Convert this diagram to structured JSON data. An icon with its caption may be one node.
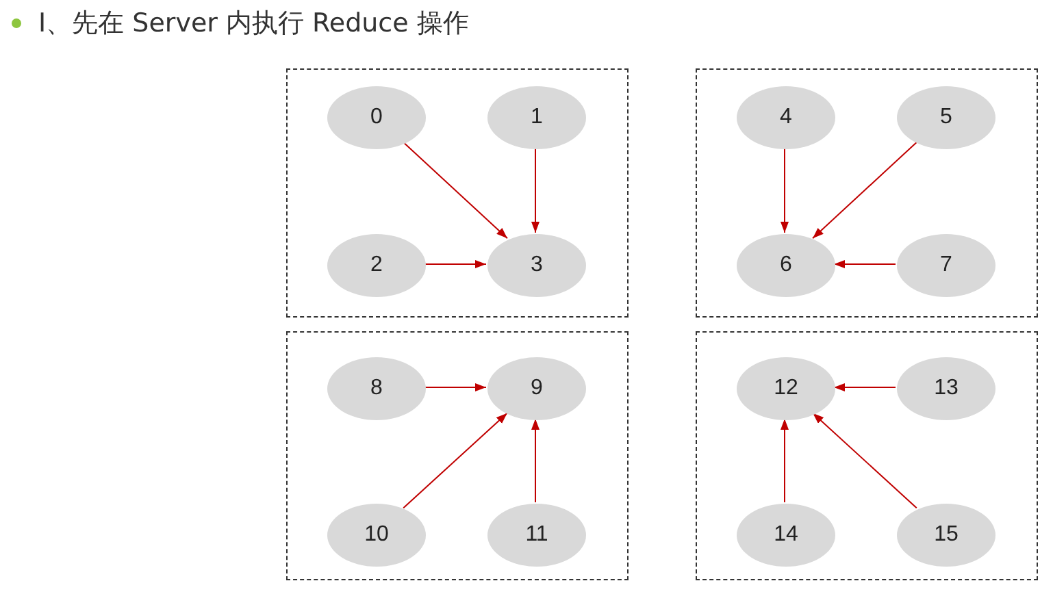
{
  "diagram": {
    "title": "I、先在 Server 内执行 Reduce 操作",
    "nodes": [
      {
        "text": [],
        "shape": "box"
      },
      {
        "text": [
          "0"
        ],
        "in": 0
      },
      {
        "text": [
          "1"
        ],
        "in": 0
      },
      {
        "text": [
          "2"
        ],
        "in": 0
      },
      {
        "text": [
          "3"
        ],
        "in": 0
      },
      {
        "text": [],
        "shape": "box"
      },
      {
        "text": [
          "4"
        ],
        "in": 5
      },
      {
        "text": [
          "5"
        ],
        "in": 5
      },
      {
        "text": [
          "6"
        ],
        "in": 5
      },
      {
        "text": [
          "7"
        ],
        "in": 5
      },
      {
        "text": [],
        "shape": "box"
      },
      {
        "text": [
          "8"
        ],
        "in": 10
      },
      {
        "text": [
          "9"
        ],
        "in": 10
      },
      {
        "text": [
          "10"
        ],
        "in": 10
      },
      {
        "text": [
          "11"
        ],
        "in": 10
      },
      {
        "text": [],
        "shape": "box"
      },
      {
        "text": [
          "12"
        ],
        "in": 15
      },
      {
        "text": [
          "13"
        ],
        "in": 15
      },
      {
        "text": [
          "14"
        ],
        "in": 15
      },
      {
        "text": [
          "15"
        ],
        "in": 15
      }
    ],
    "edges": [
      {
        "from": 1,
        "to": 4,
        "arrow": "to"
      },
      {
        "from": 2,
        "to": 4,
        "arrow": "to"
      },
      {
        "from": 3,
        "to": 4,
        "arrow": "to"
      },
      {
        "from": 6,
        "to": 8,
        "arrow": "to"
      },
      {
        "from": 7,
        "to": 8,
        "arrow": "to"
      },
      {
        "from": 9,
        "to": 8,
        "arrow": "to"
      },
      {
        "from": 11,
        "to": 12,
        "arrow": "to"
      },
      {
        "from": 13,
        "to": 12,
        "arrow": "to"
      },
      {
        "from": 14,
        "to": 12,
        "arrow": "to"
      },
      {
        "from": 17,
        "to": 16,
        "arrow": "to"
      },
      {
        "from": 18,
        "to": 16,
        "arrow": "to"
      },
      {
        "from": 19,
        "to": 16,
        "arrow": "to"
      }
    ]
  }
}
